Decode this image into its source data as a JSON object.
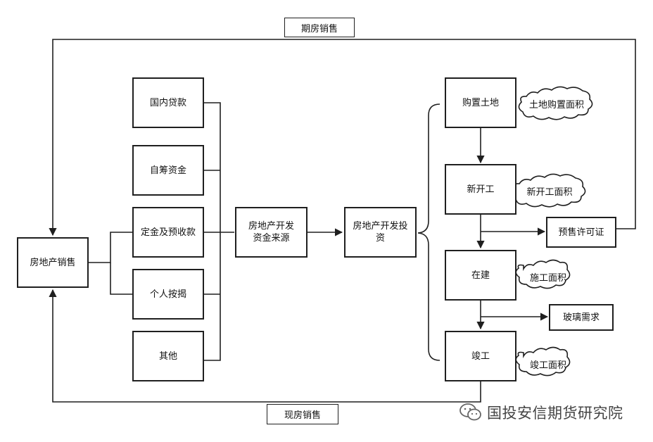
{
  "labels": {
    "futures_sales": "期房销售",
    "spot_sales": "现房销售"
  },
  "nodes": {
    "real_estate_sales": "房地产销售",
    "domestic_loans": "国内贷款",
    "self_raised_funds": "自筹资金",
    "deposits_advance": "定金及预收款",
    "personal_mortgage": "个人按揭",
    "others": "其他",
    "funding_source": "房地产开发资金来源",
    "dev_investment": "房地产开发投资",
    "land_purchase": "购置土地",
    "new_construction": "新开工",
    "under_construction": "在建",
    "completion": "竣工",
    "presale_permit": "预售许可证",
    "glass_demand": "玻璃需求"
  },
  "clouds": {
    "land_area": "土地购置面积",
    "new_start_area": "新开工面积",
    "construction_area": "施工面积",
    "completion_area": "竣工面积"
  },
  "watermark": {
    "text": "国投安信期货研究院",
    "icon": "wechat-icon"
  }
}
